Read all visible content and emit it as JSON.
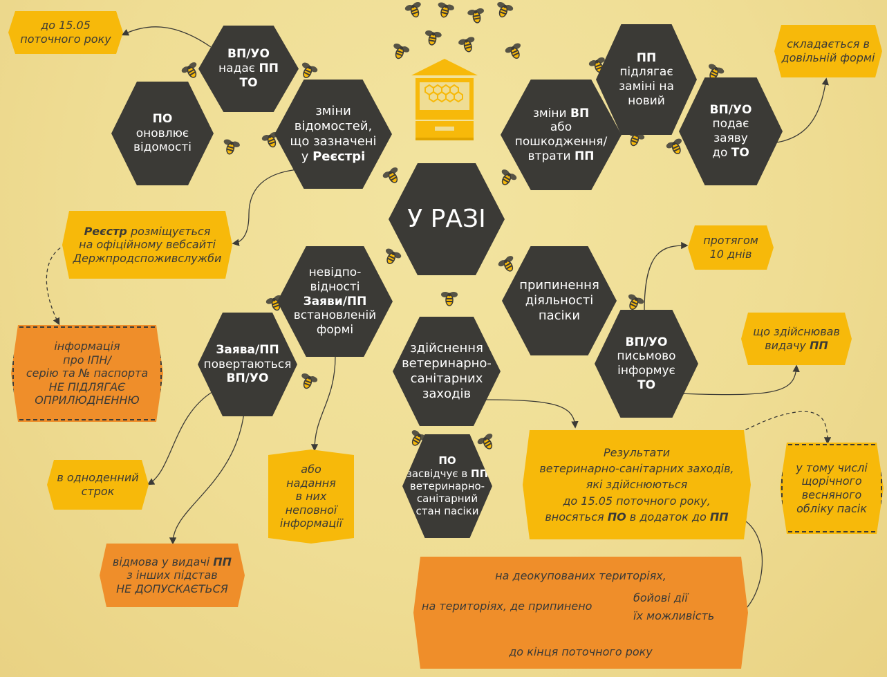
{
  "center": {
    "title": "У РАЗІ"
  },
  "hexes": {
    "vp_uo_nadaie": {
      "l1": "ВП/УО",
      "l2": "надає ",
      "l2b": "ПП",
      "l3": "ТО"
    },
    "po_onovliuie": {
      "l1": "ПО",
      "l2": "оновлює",
      "l3": "відомості"
    },
    "zminy_vidomostei": {
      "l1": "зміни",
      "l2": "відомостей,",
      "l3": "що зазначені",
      "l4": "у ",
      "l4b": "Реєстрі"
    },
    "pp_pidliahaie": {
      "l1": "ПП",
      "l2": "підлягає",
      "l3": "заміні на",
      "l4": "новий"
    },
    "zminy_vp": {
      "l1": "зміни ",
      "l1b": "ВП",
      "l2": "або",
      "l3": "пошкодження/",
      "l4": "втрати ",
      "l4b": "ПП"
    },
    "vp_uo_podaie": {
      "l1": "ВП/УО",
      "l2": "подає",
      "l3": "заяву",
      "l4": "до ",
      "l4b": "ТО"
    },
    "nevidpovidnosti": {
      "l1": "невідпо-",
      "l2": "відності",
      "l3": "Заяви/ПП",
      "l4": "встановленій",
      "l5": "формі"
    },
    "zaiava_pp": {
      "l1": "Заява/ПП",
      "l2": "повертаються",
      "l3": "ВП/УО"
    },
    "zdiisnennia": {
      "l1": "здійснення",
      "l2": "ветеринарно-",
      "l3": "санітарних",
      "l4": "заходів"
    },
    "po_zasvidchuie": {
      "l1": "ПО",
      "l2": "засвідчує в ",
      "l2b": "ПП",
      "l3": "ветеринарно-",
      "l4": "санітарний",
      "l5": "стан пасіки"
    },
    "prypynennia": {
      "l1": "припинення",
      "l2": "діяльності",
      "l3": "пасіки"
    },
    "vp_uo_pysmovo": {
      "l1": "ВП/УО",
      "l2": "письмово",
      "l3": "інформує",
      "l4": "ТО"
    }
  },
  "boxes": {
    "do_1505": {
      "l1": "до 15.05",
      "l2": "поточного року"
    },
    "skladaietsia": {
      "l1": "складається в",
      "l2": "довільній формі"
    },
    "reiestr": {
      "l1b": "Реєстр",
      "l1": " розміщується",
      "l2": "на офіційному вебсайті",
      "l3": "Держпродспоживслужби"
    },
    "informatsiia": {
      "l1": "інформація",
      "l2": "про ІПН/",
      "l3": "серію та № паспорта",
      "l4": "НЕ ПІДЛЯГАЄ",
      "l5": "ОПРИЛЮДНЕННЮ"
    },
    "v_odnodennyi": {
      "l1": "в одноденний",
      "l2": "строк"
    },
    "abo_nadannia": {
      "l1": "або",
      "l2": "надання",
      "l3": "в них",
      "l4": "неповної",
      "l5": "інформації"
    },
    "vidmova": {
      "l1": "відмова у видачі ",
      "l1b": "ПП",
      "l2": "з інших підстав",
      "l3": "НЕ ДОПУСКАЄТЬСЯ"
    },
    "protiahom": {
      "l1": "протягом",
      "l2": "10 днів"
    },
    "shcho_zdiisniuvav": {
      "l1": "що здійснював",
      "l2": "видачу ",
      "l2b": "ПП"
    },
    "rezultaty": {
      "l1": "Результати",
      "l2": "ветеринарно-санітарних заходів,",
      "l3": "які здійснюються",
      "l4": "до 15.05 поточного року,",
      "l5": "вносяться ",
      "l5b": "ПО",
      "l5c": " в додаток до ",
      "l5d": "ПП"
    },
    "u_tomu_chysli": {
      "l1": "у тому числі",
      "l2": "щорічного",
      "l3": "весняного",
      "l4": "обліку пасік"
    },
    "deokupovanykh": {
      "l1": "на деокупованих територіях,",
      "l2": "на територіях, де припинено",
      "l2a": "бойові дії",
      "l2c": "їх можливість",
      "l3": "до кінця поточного року"
    }
  },
  "colors": {
    "hex": "#3b3a36",
    "yellow": "#f7b90a",
    "orange": "#ef8e2a",
    "background": "#efdd94"
  },
  "icons": [
    "beehive-icon",
    "bee-icon"
  ]
}
